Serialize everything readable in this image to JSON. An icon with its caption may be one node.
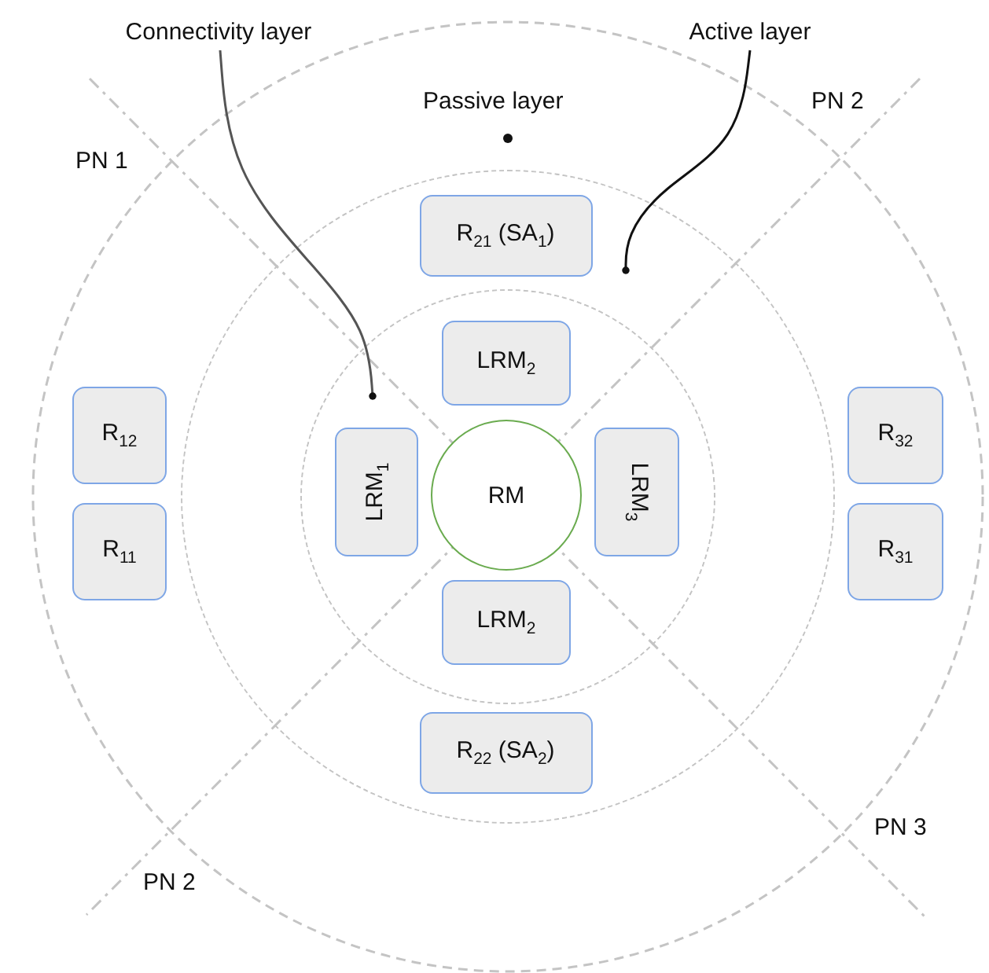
{
  "diagram": {
    "nodes": [
      {
        "text": [
          "Connectivity layer"
        ]
      },
      {
        "text": [
          "Active layer"
        ]
      },
      {
        "text": [],
        "shape": "circle"
      },
      {
        "text": [
          "R$_{21}$ (SA$_{1}$)"
        ],
        "in": 2
      },
      {
        "text": [],
        "shape": "circle",
        "in": 2
      },
      {
        "text": [
          "LRM$_{2}$"
        ],
        "in": 4
      },
      {
        "text": [
          "R$_{12}$"
        ]
      },
      {
        "text": [
          "LRM$_{1}$"
        ],
        "in": 4
      },
      {
        "text": [
          "RM"
        ],
        "in": 4
      },
      {
        "text": [
          "LRM$_{3}$"
        ],
        "in": 4
      },
      {
        "text": [
          "R$_{32}$"
        ]
      },
      {
        "text": [
          "R$_{11}$"
        ]
      },
      {
        "text": [
          "R$_{31}$"
        ]
      },
      {
        "text": [
          "LRM$_{2}$"
        ],
        "in": 4
      },
      {
        "text": [
          "R$_{22}$ (SA$_{2}$)"
        ],
        "in": 2
      }
    ],
    "edges": [
      {
        "from": 0,
        "to": 4,
        "arrow": "other"
      },
      {
        "from": 1,
        "to": 2,
        "arrow": "other"
      }
    ],
    "labels": [
      "PN 2",
      "Passive layer",
      "PN 1",
      "PN 3",
      "PN 2"
    ]
  }
}
